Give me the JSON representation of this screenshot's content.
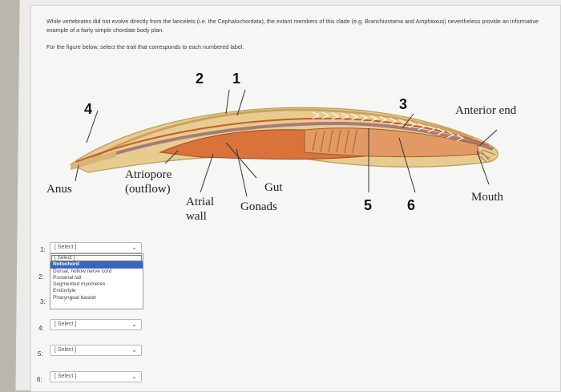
{
  "question": {
    "intro": "While vertebrates did not evolve directly from the lancelets (i.e. the Cephalochordata), the extant members of this clade (e.g. Branchiostoma and Amphioxus) nevertheless provide an informative example of a fairly simple chordate body plan.",
    "instruction": "For the figure below, select the trait that corresponds to each numbered label."
  },
  "figure": {
    "numbers": [
      "2",
      "1",
      "4",
      "3",
      "5",
      "6"
    ],
    "labels": {
      "anterior_end": "Anterior end",
      "anus": "Anus",
      "atriopore_1": "Atriopore",
      "atriopore_2": "(outflow)",
      "gut": "Gut",
      "atrial_1": "Atrial",
      "atrial_2": "wall",
      "gonads": "Gonads",
      "mouth": "Mouth"
    }
  },
  "answers": [
    {
      "label": "1:",
      "value": "[ Select ]"
    },
    {
      "label": "2:",
      "value": ""
    },
    {
      "label": "3:",
      "value": ""
    },
    {
      "label": "4:",
      "value": "[ Select ]"
    },
    {
      "label": "5:",
      "value": "[ Select ]"
    },
    {
      "label": "6:",
      "value": "[ Select ]"
    }
  ],
  "dropdown": {
    "options": [
      "[ Select ]",
      "Notochord",
      "Dorsal, hollow nerve cord",
      "Postanal tail",
      "Segmented myomeres",
      "Endostyle",
      "Pharyngeal basket"
    ],
    "highlighted": "Notochord"
  },
  "colors": {
    "accent": "#3b63c4",
    "body_outer": "#e7c98a",
    "gut": "#d9733a",
    "notochord": "#a57c7a"
  }
}
